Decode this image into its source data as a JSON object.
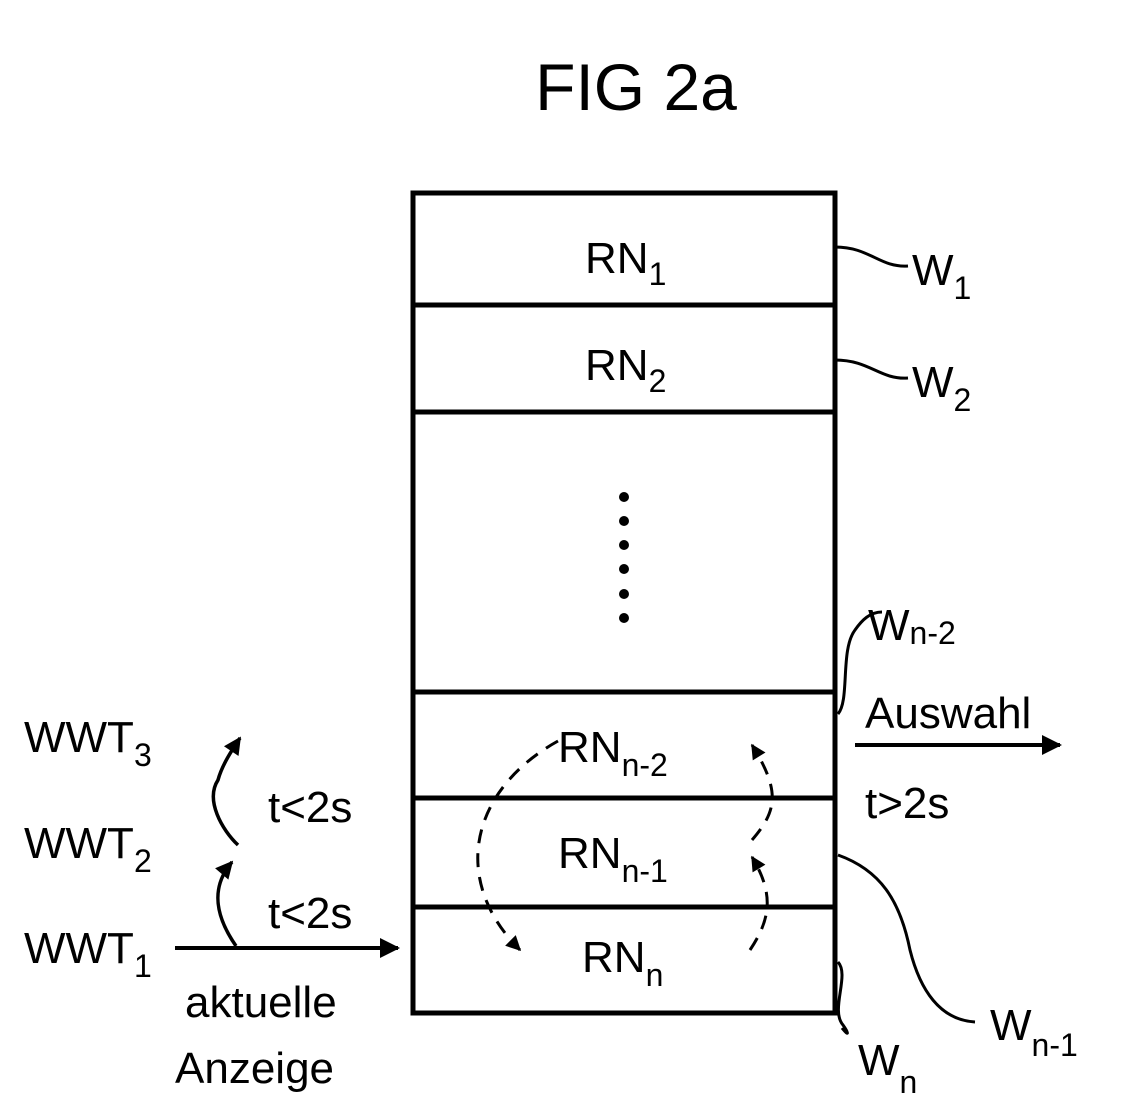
{
  "figure": {
    "title": "FIG 2a"
  },
  "stack": {
    "cells": [
      {
        "label": "RN",
        "sub": "1",
        "ref": "W",
        "ref_sub": "1"
      },
      {
        "label": "RN",
        "sub": "2",
        "ref": "W",
        "ref_sub": "2"
      },
      {
        "label": "⋮",
        "sub": "",
        "ref": "",
        "ref_sub": ""
      },
      {
        "label": "RN",
        "sub": "n-2",
        "ref": "W",
        "ref_sub": "n-2"
      },
      {
        "label": "RN",
        "sub": "n-1",
        "ref": "W",
        "ref_sub": "n-1"
      },
      {
        "label": "RN",
        "sub": "n",
        "ref": "W",
        "ref_sub": "n"
      }
    ]
  },
  "left": {
    "wwt": [
      {
        "label": "WWT",
        "sub": "3"
      },
      {
        "label": "WWT",
        "sub": "2"
      },
      {
        "label": "WWT",
        "sub": "1"
      }
    ],
    "timing": [
      "t<2s",
      "t<2s"
    ],
    "current_label_line1": "aktuelle",
    "current_label_line2": "Anzeige"
  },
  "right": {
    "selection_label": "Auswahl",
    "selection_timing": "t>2s"
  }
}
